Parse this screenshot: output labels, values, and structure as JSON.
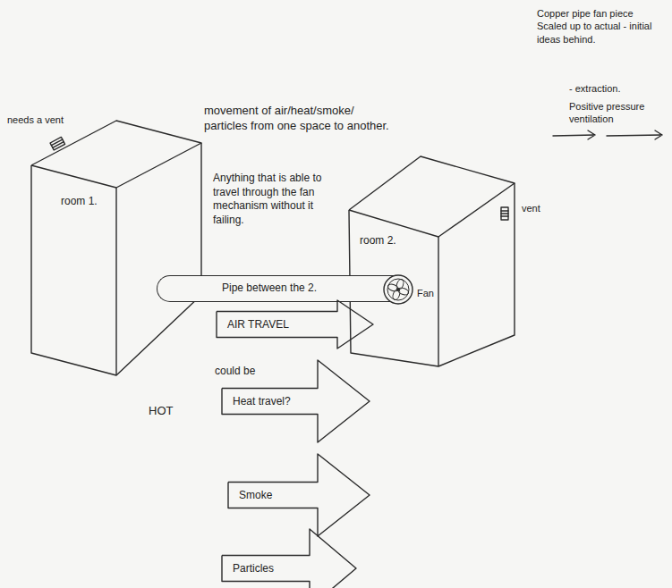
{
  "diagram": {
    "nodes": [
      {
        "text": [
          "room 1."
        ]
      },
      {
        "text": [
          "room 2."
        ]
      },
      {
        "text": [
          "Pipe between the 2."
        ]
      },
      {
        "text": [
          "Fan"
        ]
      },
      {
        "text": [
          "AIR TRAVEL"
        ]
      },
      {
        "text": [
          "Heat travel?"
        ]
      },
      {
        "text": [
          "Smoke"
        ]
      },
      {
        "text": [
          "Particles"
        ]
      }
    ],
    "labels": [
      "Copper pipe fan piece Scaled up to actual - initial ideas behind.",
      "- extraction.",
      "Positive pressure ventilation",
      "needs a vent",
      "vent",
      "movement of air/heat/smoke/ particles from one space to another.",
      "Anything that is able to travel through the fan mechanism without it failing.",
      "could be",
      "HOT"
    ]
  }
}
